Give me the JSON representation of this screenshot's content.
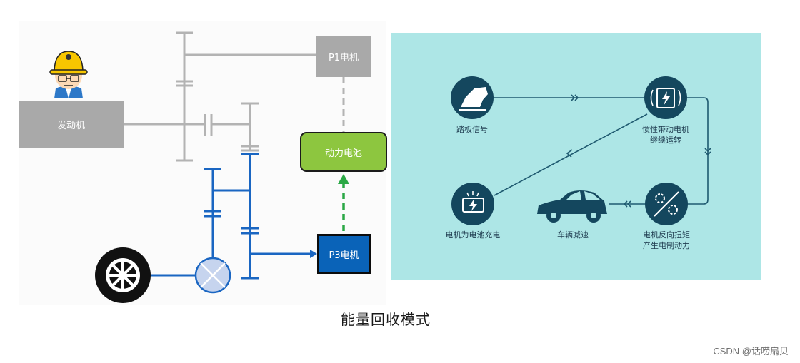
{
  "boxes": {
    "engine": "发动机",
    "p1_motor": "P1电机",
    "power_battery": "动力电池",
    "p3_motor": "P3电机"
  },
  "flow": {
    "pedal_signal": "踏板信号",
    "inertia_line1": "惯性带动电机",
    "inertia_line2": "继续运转",
    "charge_battery": "电机为电池充电",
    "vehicle_decel": "车辆减速",
    "reverse_line1": "电机反向扭矩",
    "reverse_line2": "产生电制动力"
  },
  "caption": "能量回收模式",
  "watermark": "CSDN @话唠扇贝",
  "colors": {
    "gray_shaft": "#b3b3b3",
    "blue_shaft": "#1a66c2",
    "battery_green": "#8dc63f",
    "p3_blue": "#0a63b8",
    "arrow_green": "#2aa845",
    "panel_teal": "#ade6e6",
    "node_dark": "#14475e"
  }
}
